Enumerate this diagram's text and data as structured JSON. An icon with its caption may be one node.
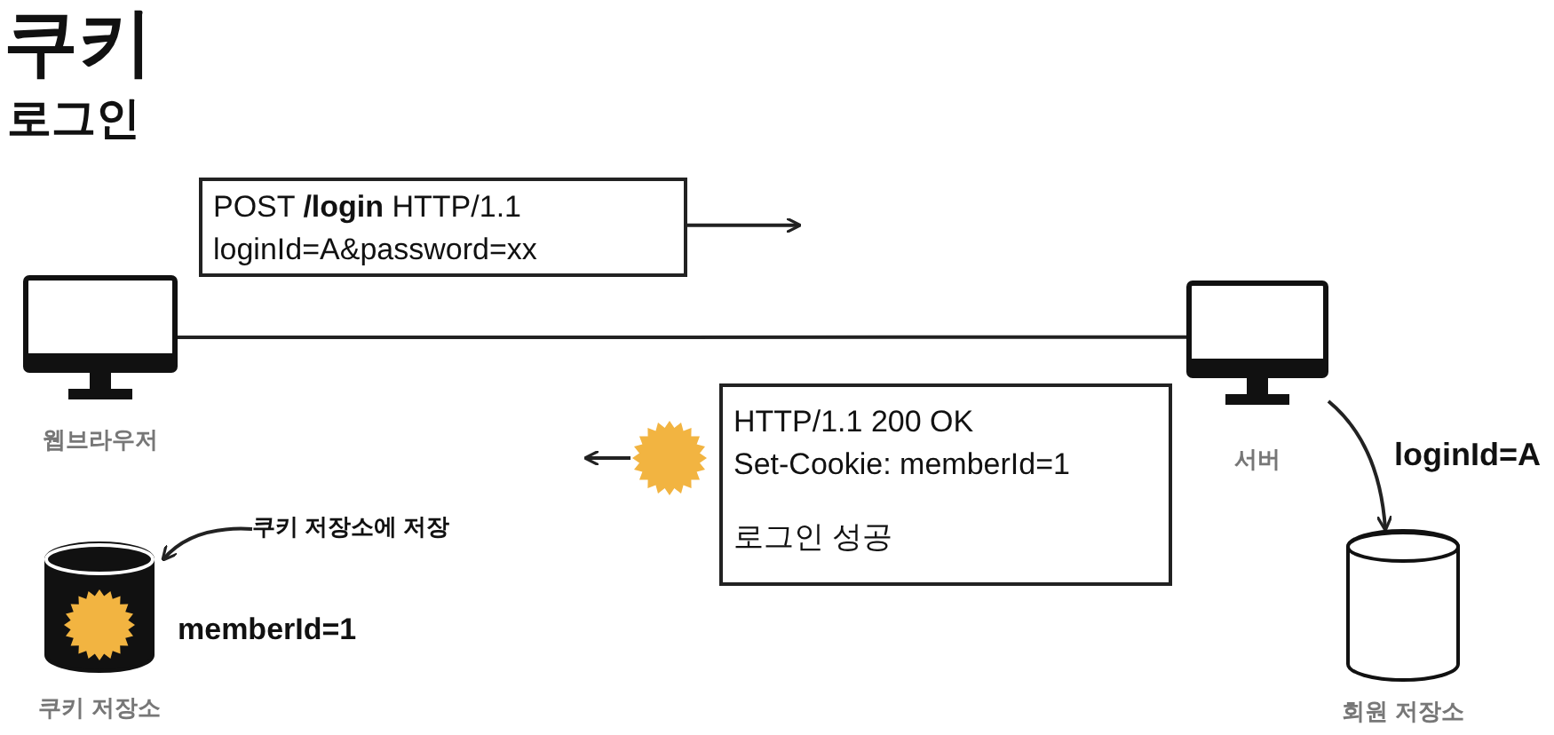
{
  "diagram": {
    "title": "쿠키",
    "nodes": [
      {
        "text": [
          "웹브라우저"
        ]
      },
      {
        "text": [
          "서버"
        ]
      },
      {
        "text": [
          "POST **/login** HTTP/1.1",
          "loginId=A&password=xx"
        ]
      },
      {
        "text": [
          "HTTP/1.1 200 OK",
          "Set-Cookie: memberId=1",
          "로그인 성공"
        ]
      },
      {
        "text": [],
        "shape": "star"
      },
      {
        "text": [
          "쿠키 저장소"
        ],
        "beside": [
          "memberId=1"
        ]
      },
      {
        "text": [
          "회원 저장소"
        ]
      },
      {
        "text": [
          "쿠키 저장소에 저장"
        ]
      }
    ],
    "edges": [
      {
        "from": 0,
        "to": 1,
        "arrow": "none"
      },
      {
        "from": 1,
        "to": 6,
        "arrow": "to",
        "label": "loginId=A"
      },
      {
        "from": 4,
        "to": null,
        "arrow": "to"
      },
      {
        "from": 7,
        "to": 5,
        "arrow": "to"
      },
      {
        "from": 2,
        "to": null,
        "arrow": "to"
      }
    ],
    "labels": [
      "로그인"
    ]
  }
}
